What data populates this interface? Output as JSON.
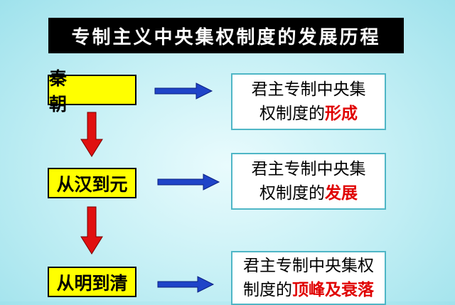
{
  "title": "专制主义中央集权制度的发展历程",
  "colors": {
    "period_fill": "#ffff00",
    "highlight_text": "#e00000",
    "arrow_down": "#e01010",
    "arrow_right": "#1f44c8",
    "result_border": "#4fb6c6"
  },
  "stages": [
    {
      "period": "秦　朝",
      "result_line1": "君主专制中央集",
      "result_line2_plain": "权制度的",
      "result_line2_highlight": "形成"
    },
    {
      "period": "从汉到元",
      "result_line1": "君主专制中央集",
      "result_line2_plain": "权制度的",
      "result_line2_highlight": "发展"
    },
    {
      "period": "从明到清",
      "result_line1": "君主专制中央集权",
      "result_line2_plain": "制度的",
      "result_line2_highlight": "顶峰及衰落"
    }
  ]
}
